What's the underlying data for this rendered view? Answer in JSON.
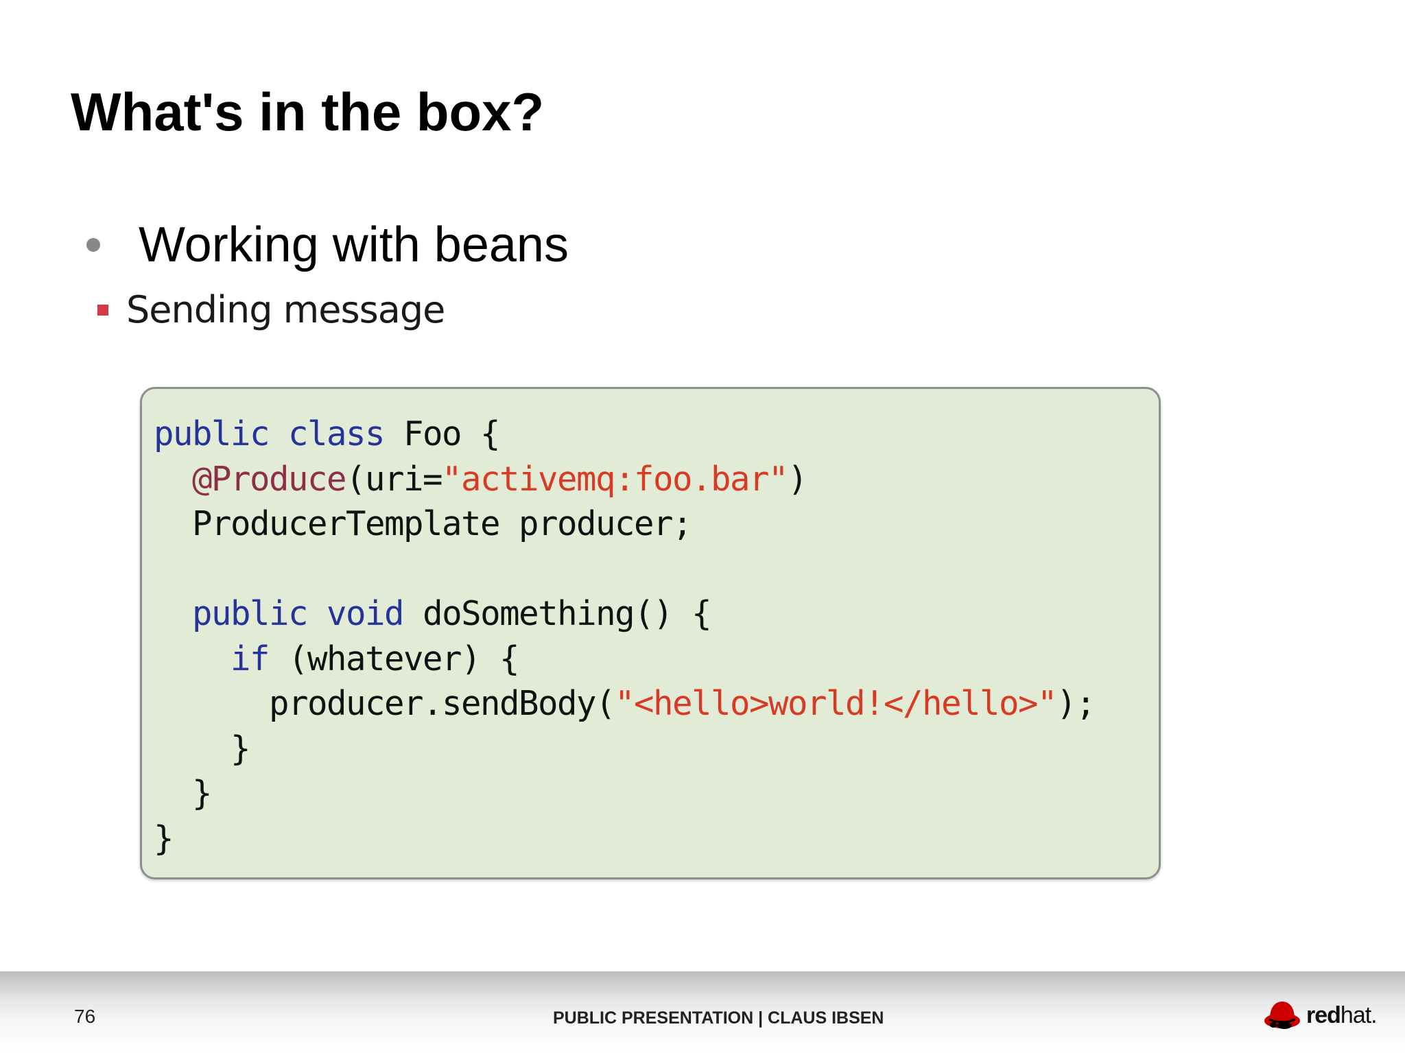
{
  "slide": {
    "title": "What's in the box?",
    "bullet_primary": "Working with beans",
    "bullet_secondary": "Sending message"
  },
  "code": {
    "line1": {
      "kw1": "public",
      "kw2": "class",
      "rest": " Foo {"
    },
    "line2": {
      "indent": "  ",
      "annotation": "@Produce",
      "mid": "(uri=",
      "string": "\"activemq:foo.bar\"",
      "end": ")"
    },
    "line3": "  ProducerTemplate producer;",
    "line5": {
      "indent": "  ",
      "kw1": "public",
      "kw2": "void",
      "rest": " doSomething() {"
    },
    "line6": {
      "indent": "    ",
      "kw": "if",
      "rest": " (whatever) {"
    },
    "line7": {
      "indent": "      ",
      "pre": "producer.sendBody(",
      "string": "\"<hello>world!</hello>\"",
      "end": ");"
    },
    "line8": "    }",
    "line9": "  }",
    "line10": "}"
  },
  "colors": {
    "keyword": "#26339a",
    "annotation": "#8e2f4a",
    "string": "#d83a24",
    "code_background": "#e1ebd5",
    "bullet_square": "#d6394a",
    "logo_red": "#cc0000"
  },
  "footer": {
    "page_number": "76",
    "text": "PUBLIC PRESENTATION | CLAUS IBSEN",
    "logo_bold": "red",
    "logo_light": "hat."
  }
}
